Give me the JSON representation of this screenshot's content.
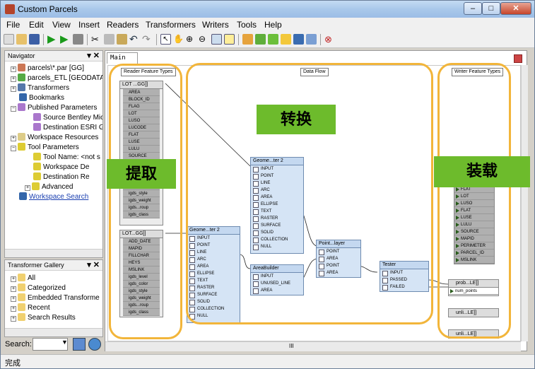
{
  "window": {
    "title": "Custom Parcels"
  },
  "menu": [
    "File",
    "Edit",
    "View",
    "Insert",
    "Readers",
    "Transformers",
    "Writers",
    "Tools",
    "Help"
  ],
  "navigator": {
    "title": "Navigator",
    "items": [
      {
        "label": "parcels\\*.par [GG]"
      },
      {
        "label": "parcels_ETL [GEODATA"
      },
      {
        "label": "Transformers"
      },
      {
        "label": "Bookmarks"
      },
      {
        "label": "Published Parameters"
      },
      {
        "label": "Source Bentley Mic"
      },
      {
        "label": "Destination ESRI G"
      },
      {
        "label": "Workspace Resources"
      },
      {
        "label": "Tool Parameters"
      },
      {
        "label": "Tool Name: <not s"
      },
      {
        "label": "Workspace De"
      },
      {
        "label": "Destination Re"
      },
      {
        "label": "Advanced"
      },
      {
        "label": "Workspace Search"
      }
    ]
  },
  "gallery": {
    "title": "Transformer Gallery",
    "items": [
      "All",
      "Categorized",
      "Embedded Transforme",
      "Recent",
      "Search Results"
    ],
    "search_label": "Search:"
  },
  "canvas": {
    "tab": "Main",
    "reader_header": "Reader Feature Types",
    "dataflow_header": "Data Flow",
    "writer_header": "Writer Feature Types",
    "reader1": {
      "title": "LOT ...GG]]",
      "attrs": [
        "AREA",
        "BLOCK_ID",
        "FLAG",
        "LOT",
        "LUSO",
        "LUCODE",
        "FLAT",
        "LUSE",
        "LULU",
        "SOURCE"
      ]
    },
    "reader1_more": [
      "igds_color",
      "igds_style",
      "igds_weight",
      "igds...roup",
      "igds_class"
    ],
    "reader2": {
      "title": "LOT...GG]]",
      "attrs": [
        "ADD_DATE",
        "MAPID",
        "FILLCHAR",
        "HEYS",
        "MSLINK",
        "igds_level",
        "igds_color",
        "igds_style",
        "igds_weight",
        "igds...roup",
        "igds_class"
      ]
    },
    "geom1": {
      "title": "Geome...ter 2",
      "ports": [
        "INPUT",
        "POINT",
        "LINE",
        "ARC",
        "AREA",
        "ELLIPSE",
        "TEXT",
        "RASTER",
        "SURFACE",
        "SOLID",
        "COLLECTION",
        "NULL"
      ]
    },
    "geom2": {
      "title": "Geome...ter 2",
      "ports": [
        "INPUT",
        "POINT",
        "LINE",
        "ARC",
        "AREA",
        "ELLIPSE",
        "TEXT",
        "RASTER",
        "SURFACE",
        "SOLID",
        "COLLECTION",
        "NULL"
      ]
    },
    "areabuilder": {
      "title": "AreaBuilder",
      "ports": [
        "INPUT",
        "UNUSED_LINE",
        "AREA"
      ]
    },
    "pointlayer": {
      "title": "Point...layer",
      "ports": [
        "POINT",
        "AREA",
        "POINT",
        "AREA"
      ]
    },
    "tester": {
      "title": "Tester",
      "ports": [
        "INPUT",
        "PASSED",
        "FAILED"
      ]
    },
    "writer_attrs": [
      "FLAT",
      "LOT",
      "LUSO",
      "FLAT",
      "LUSE",
      "LULU",
      "SOURCE",
      "MAPID",
      "PERIMETER",
      "PARCEL_ID",
      "MSLINK"
    ],
    "writer2": {
      "title": "prob...LE]]",
      "attrs": [
        "num_points"
      ]
    },
    "writer3": {
      "title": "unli...LE]]"
    },
    "writer4": {
      "title": "unli...LE]]"
    }
  },
  "annotations": {
    "extract": "提取",
    "transform": "转换",
    "load": "装载"
  },
  "status": "完成",
  "colors": {
    "annotation_box": "#f2b53a",
    "annotation_label": "#6dbb2c"
  }
}
